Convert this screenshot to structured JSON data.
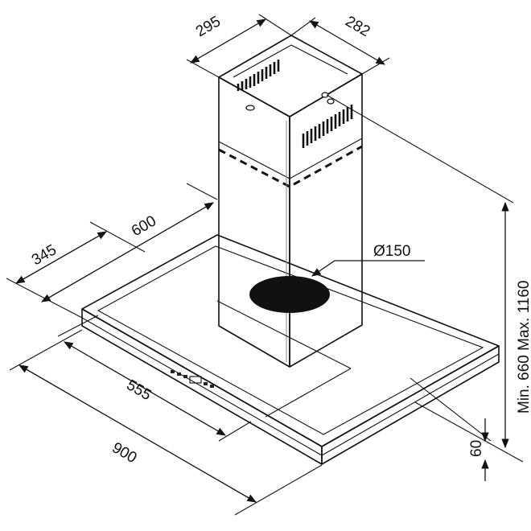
{
  "diagram": {
    "dimensions": {
      "chimney_width": "295",
      "chimney_depth": "282",
      "hood_depth_inner": "345",
      "hood_depth_outer": "600",
      "duct_diameter": "Ø150",
      "hood_inner_width": "555",
      "hood_width": "900",
      "canopy_height": "60",
      "height_range": "Min. 660 Max. 1160"
    }
  }
}
